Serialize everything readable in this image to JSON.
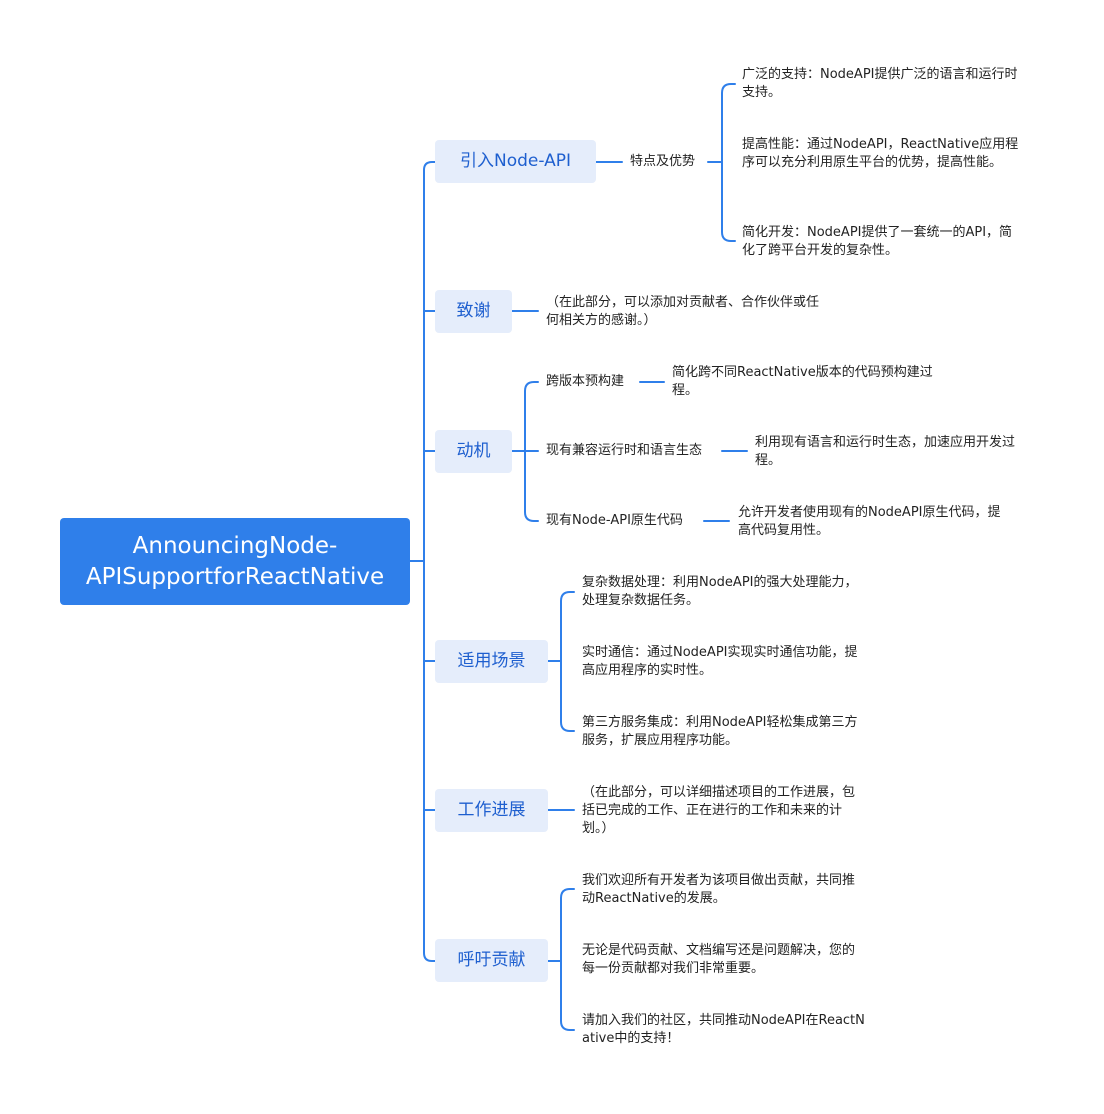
{
  "root": {
    "title": "AnnouncingNode-APISupportforReactNative"
  },
  "branches": {
    "intro": {
      "label": "引入Node-API",
      "sub": "特点及优势",
      "leaves": [
        "广泛的支持：NodeAPI提供广泛的语言和运行时支持。",
        "提高性能：通过NodeAPI，ReactNative应用程序可以充分利用原生平台的优势，提高性能。",
        "简化开发：NodeAPI提供了一套统一的API，简化了跨平台开发的复杂性。"
      ]
    },
    "thanks": {
      "label": "致谢",
      "leaf": "（在此部分，可以添加对贡献者、合作伙伴或任何相关方的感谢。）"
    },
    "motivation": {
      "label": "动机",
      "items": [
        {
          "label": "跨版本预构建",
          "leaf": "简化跨不同ReactNative版本的代码预构建过程。"
        },
        {
          "label": "现有兼容运行时和语言生态",
          "leaf": "利用现有语言和运行时生态，加速应用开发过程。"
        },
        {
          "label": "现有Node-API原生代码",
          "leaf": "允许开发者使用现有的NodeAPI原生代码，提高代码复用性。"
        }
      ]
    },
    "scenarios": {
      "label": "适用场景",
      "leaves": [
        "复杂数据处理：利用NodeAPI的强大处理能力，处理复杂数据任务。",
        "实时通信：通过NodeAPI实现实时通信功能，提高应用程序的实时性。",
        "第三方服务集成：利用NodeAPI轻松集成第三方服务，扩展应用程序功能。"
      ]
    },
    "progress": {
      "label": "工作进展",
      "leaf": "（在此部分，可以详细描述项目的工作进展，包括已完成的工作、正在进行的工作和未来的计划。）"
    },
    "contribute": {
      "label": "呼吁贡献",
      "leaves": [
        "我们欢迎所有开发者为该项目做出贡献，共同推动ReactNative的发展。",
        "无论是代码贡献、文档编写还是问题解决，您的每一份贡献都对我们非常重要。",
        "请加入我们的社区，共同推动NodeAPI在ReactNative中的支持！"
      ]
    }
  },
  "colors": {
    "accent": "#2f7fea",
    "branch_bg": "#e5edfb",
    "branch_text": "#1e5fcf",
    "text": "#222222"
  }
}
